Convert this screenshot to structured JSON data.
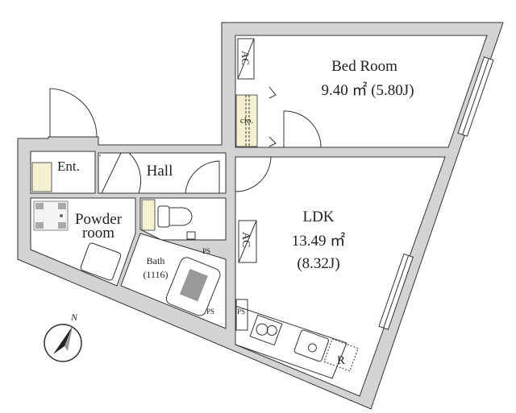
{
  "rooms": {
    "bedroom": {
      "name": "Bed Room",
      "area": "9.40 ㎡ (5.80J)"
    },
    "ldk": {
      "name": "LDK",
      "area": "13.49 ㎡",
      "tatami": "(8.32J)"
    },
    "entrance": {
      "name": "Ent."
    },
    "hall": {
      "name": "Hall"
    },
    "powder": {
      "name_line1": "Powder",
      "name_line2": "room"
    },
    "bath": {
      "name": "Bath",
      "size": "(1116)"
    },
    "closet": {
      "name": "clo."
    }
  },
  "fixtures": {
    "ac": "AC",
    "ps": "PS",
    "refrigerator": "R"
  },
  "compass": {
    "label": "N"
  },
  "colors": {
    "wall": "#d3d3d3",
    "closet": "#f3f1cf",
    "line": "#333333"
  }
}
